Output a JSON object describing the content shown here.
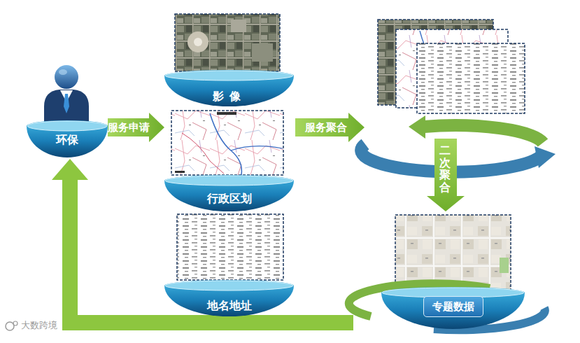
{
  "diagram": {
    "nodes": [
      {
        "text": [
          "环保"
        ]
      },
      {
        "text": [
          "影像"
        ]
      },
      {
        "text": [
          "行政区划"
        ]
      },
      {
        "text": [
          "地名地址"
        ]
      },
      {
        "text": [
          "专题数据"
        ]
      }
    ],
    "edges": [
      {
        "from": 0,
        "to": 2,
        "label": "服务申请",
        "arrow": "to"
      },
      {
        "from": 4,
        "to": 0,
        "arrow": "to"
      }
    ],
    "labels": [
      "服务聚合",
      "二次聚合",
      "大数跨境"
    ]
  }
}
